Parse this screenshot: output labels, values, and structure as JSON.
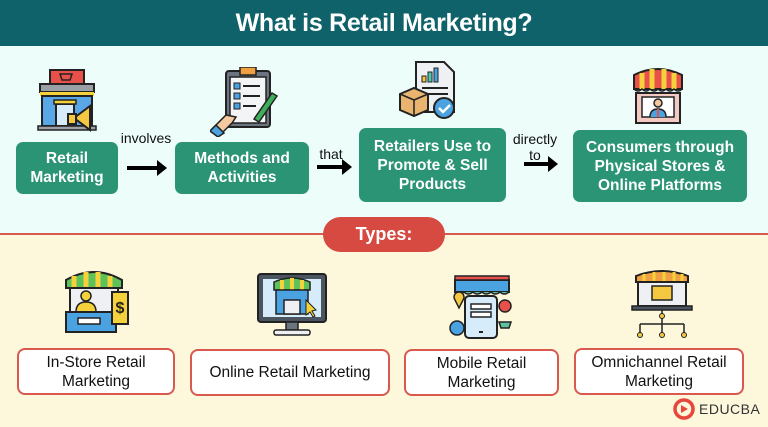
{
  "header": {
    "title": "What is Retail Marketing?"
  },
  "flow": {
    "steps": [
      {
        "label": "Retail Marketing",
        "icon": "store-megaphone-icon"
      },
      {
        "label": "Methods and Activities",
        "icon": "clipboard-checklist-icon"
      },
      {
        "label": "Retailers Use to Promote & Sell Products",
        "icon": "report-box-check-icon"
      },
      {
        "label": "Consumers through Physical Stores & Online Platforms",
        "icon": "shopkeeper-stall-icon"
      }
    ],
    "connectors": [
      "involves",
      "that",
      "directly to"
    ]
  },
  "types": {
    "heading": "Types:",
    "items": [
      {
        "label": "In-Store Retail Marketing",
        "icon": "instore-kiosk-icon"
      },
      {
        "label": "Online Retail Marketing",
        "icon": "online-store-monitor-icon"
      },
      {
        "label": "Mobile Retail Marketing",
        "icon": "mobile-store-icon"
      },
      {
        "label": "Omnichannel Retail Marketing",
        "icon": "omnichannel-laptop-network-icon"
      }
    ]
  },
  "brand": {
    "name": "EDUCBA"
  },
  "colors": {
    "header": "#0f6269",
    "green_box": "#2a9475",
    "accent_red": "#d64a42",
    "top_bg": "#edfdf9",
    "bottom_bg": "#fdf8dc"
  }
}
